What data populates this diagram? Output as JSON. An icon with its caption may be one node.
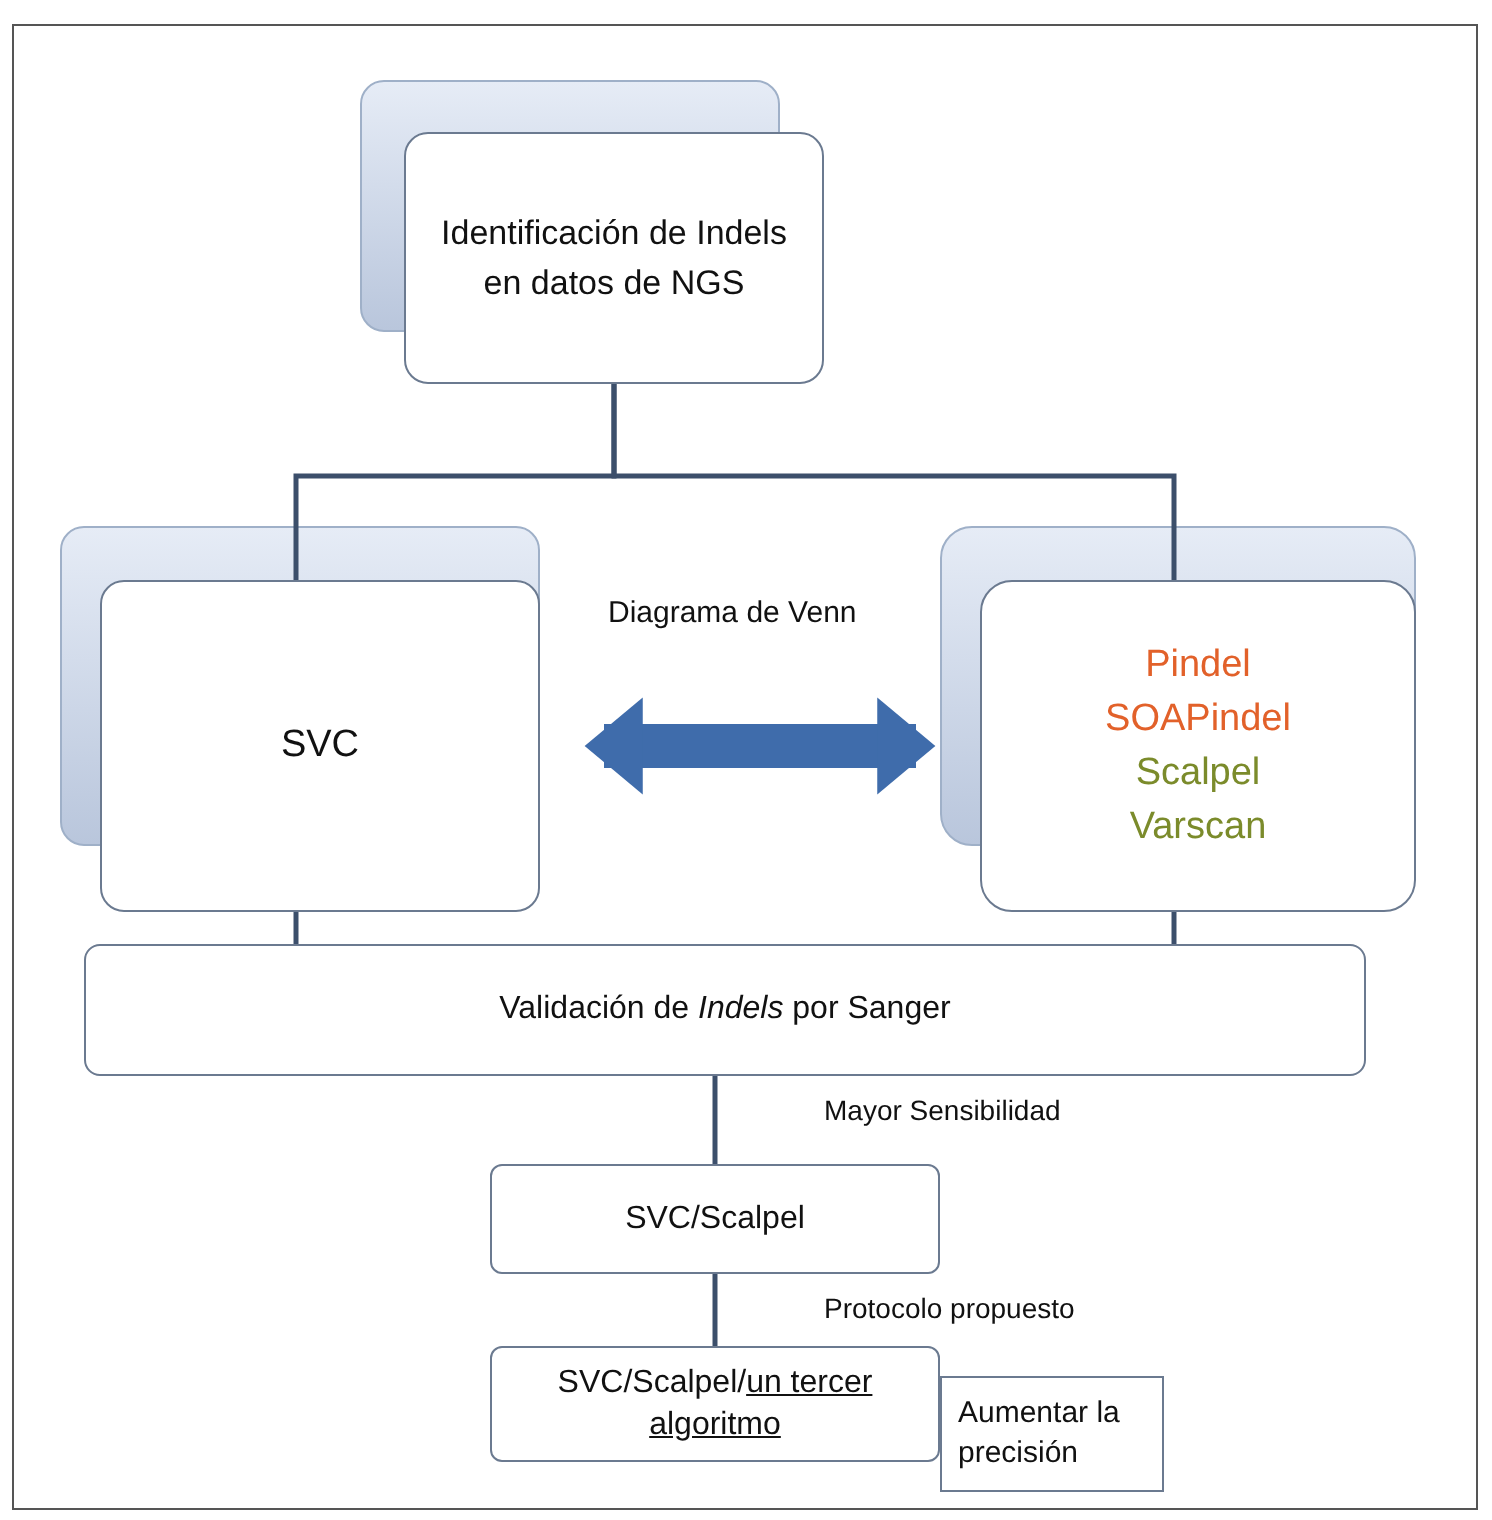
{
  "diagram": {
    "nodes": [
      {
        "text": [
          "Identificación de Indels en datos de NGS"
        ]
      },
      {
        "text": [
          "SVC"
        ]
      },
      {
        "text": [
          "Pindel",
          "SOAPindel",
          "Scalpel",
          "Varscan"
        ]
      },
      {
        "text": [
          "Validación de *Indels* por Sanger"
        ]
      },
      {
        "text": [
          "SVC/Scalpel"
        ]
      },
      {
        "text": [
          "SVC/Scalpel/",
          "un tercer algoritmo"
        ]
      },
      {
        "text": [
          "Aumentar la precisión"
        ]
      }
    ],
    "edges": [
      {
        "from": 0,
        "to": 1,
        "arrow": "none"
      },
      {
        "from": 0,
        "to": 2,
        "arrow": "none"
      },
      {
        "from": 1,
        "to": 2,
        "arrow": "both",
        "label": "Diagrama de Venn",
        "style": "thick",
        "color": "#3f6cab"
      },
      {
        "from": 1,
        "to": 3,
        "arrow": "none"
      },
      {
        "from": 2,
        "to": 3,
        "arrow": "none"
      },
      {
        "from": 3,
        "to": 4,
        "arrow": "none",
        "label": "Mayor Sensibilidad"
      },
      {
        "from": 4,
        "to": 5,
        "arrow": "none",
        "label": "Protocolo propuesto"
      }
    ]
  }
}
